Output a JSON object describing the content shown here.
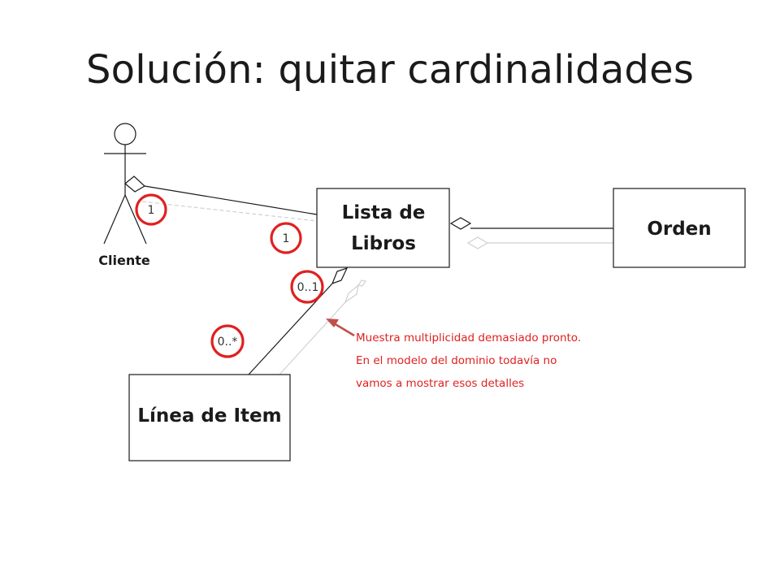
{
  "title": "Solución: quitar cardinalidades",
  "diagram": {
    "actor": {
      "label": "Cliente"
    },
    "classes": {
      "lista_line1": "Lista de",
      "lista_line2": "Libros",
      "orden": "Orden",
      "linea": "Línea de Item"
    },
    "multiplicities": {
      "cliente_end": "1",
      "lista_end": "1",
      "lista_lower": "0..1",
      "linea_upper": "0..*"
    },
    "note": "Muestra multiplicidad demasiado pronto. En el modelo del dominio todavía no vamos a mostrar esos detalles",
    "colors": {
      "highlight": "#e02020",
      "arrow": "#c0504d",
      "ghost": "#d0d0d0",
      "ink": "#1a1a1a"
    }
  }
}
